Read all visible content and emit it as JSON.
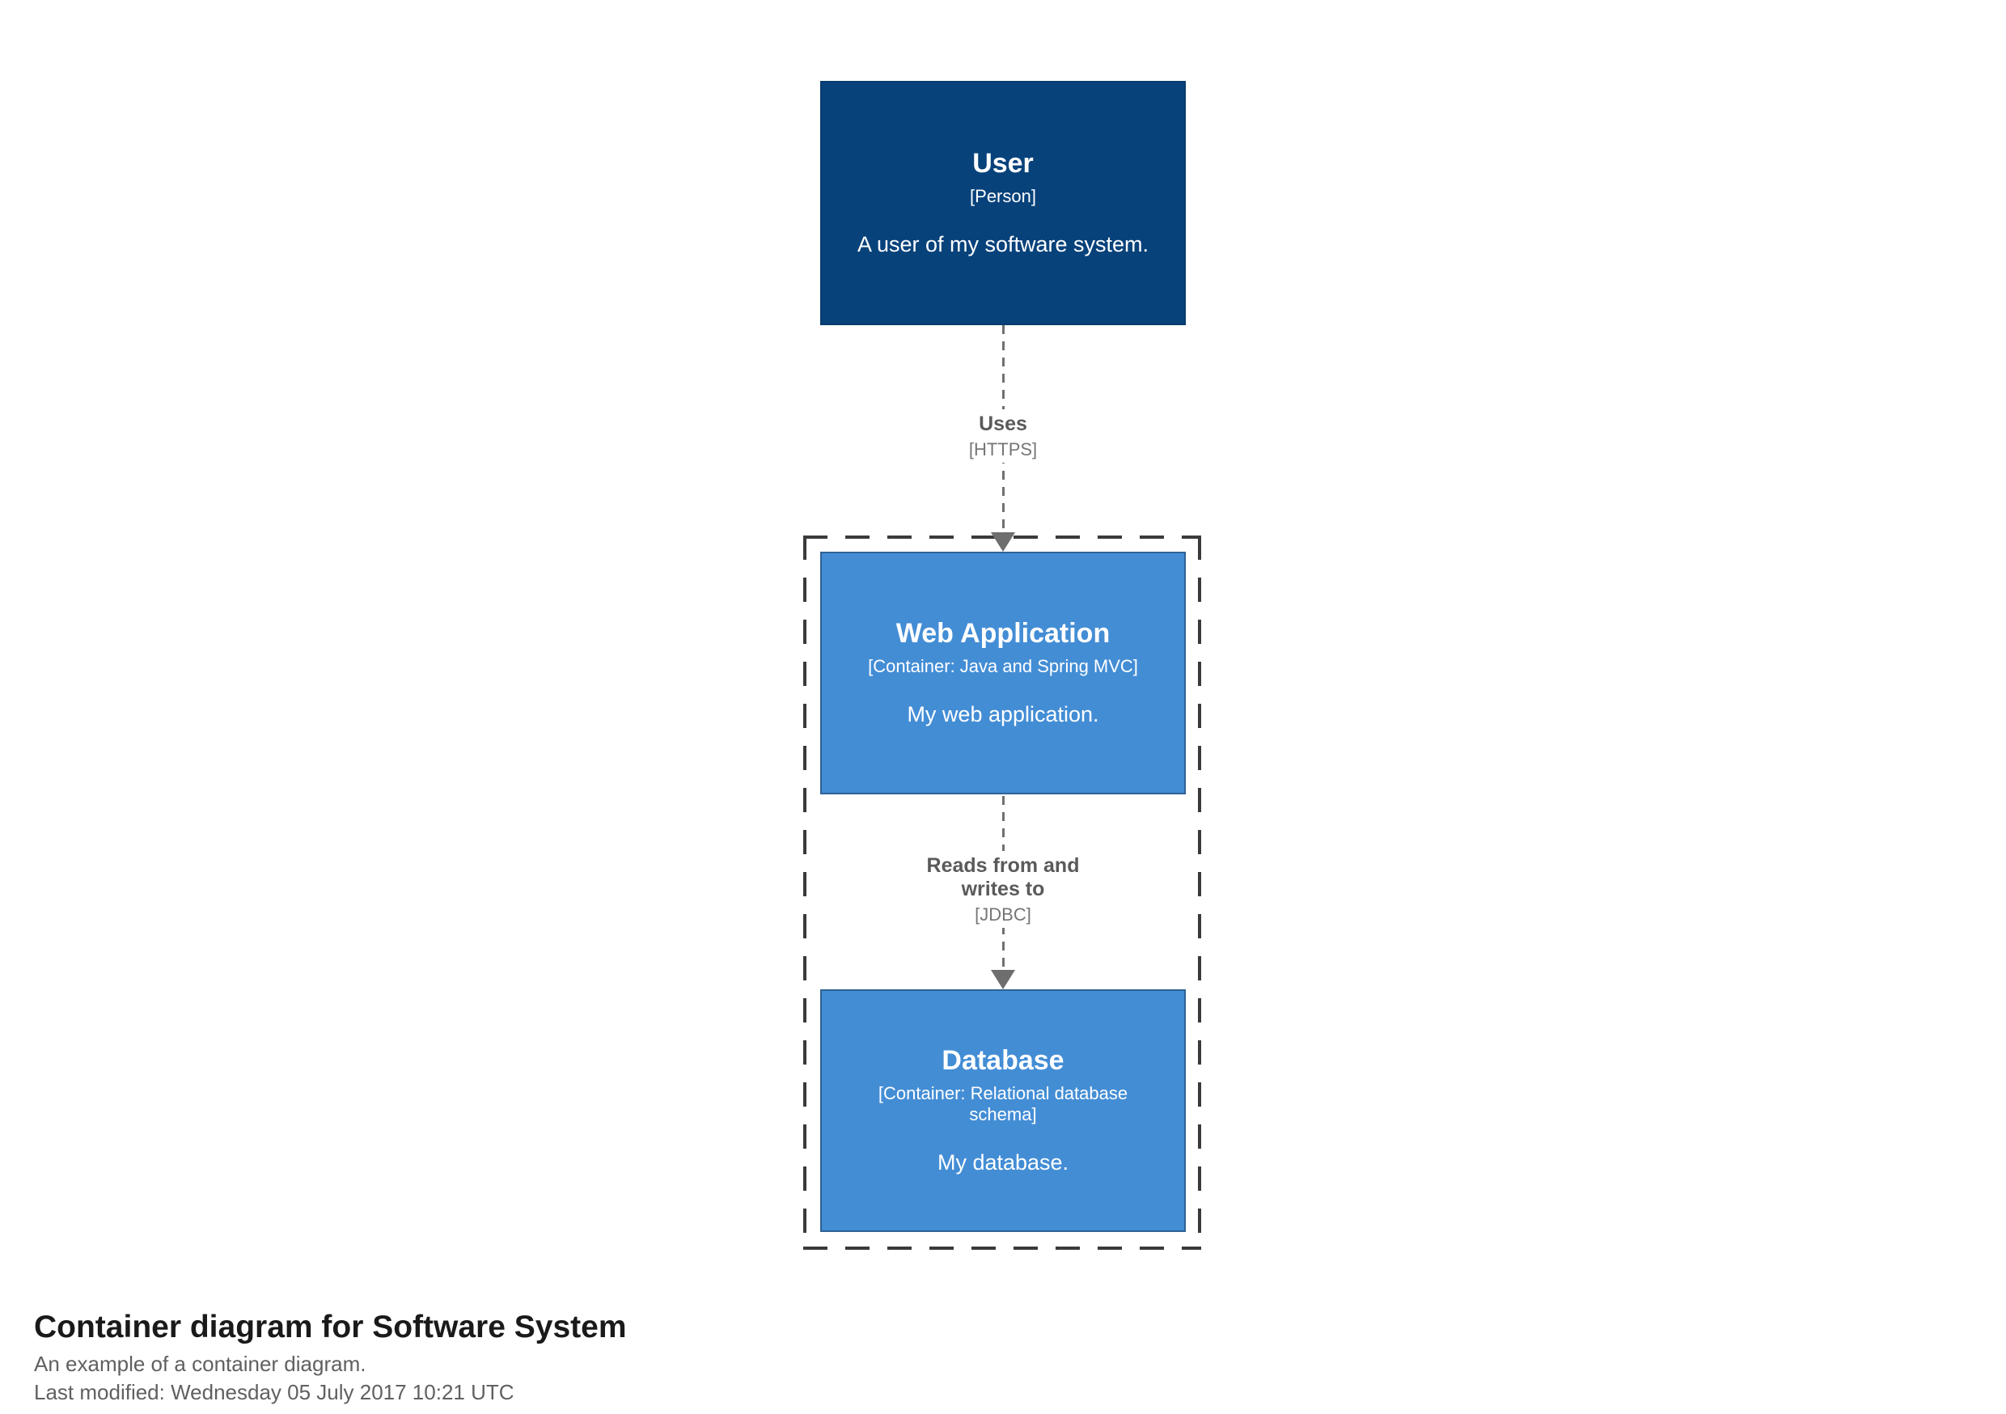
{
  "diagram": {
    "person": {
      "name": "User",
      "meta": "[Person]",
      "description": "A user of my software system."
    },
    "containers": [
      {
        "name": "Web Application",
        "meta": "[Container: Java and Spring MVC]",
        "description": "My web application."
      },
      {
        "name": "Database",
        "meta": "[Container: Relational database schema]",
        "description": "My database."
      }
    ],
    "relationships": [
      {
        "label": "Uses",
        "technology": "[HTTPS]"
      },
      {
        "label": "Reads from and writes to",
        "technology": "[JDBC]"
      }
    ],
    "footer": {
      "title": "Container diagram for Software System",
      "subtitle": "An example of a container diagram.",
      "last_modified": "Last modified: Wednesday 05 July 2017 10:21 UTC"
    },
    "colors": {
      "person_background": "#08427b",
      "container_background": "#438dd5",
      "node_text": "#ffffff",
      "relationship": "#707070",
      "boundary": "#3a3a3a",
      "page_background": "#ffffff"
    }
  }
}
